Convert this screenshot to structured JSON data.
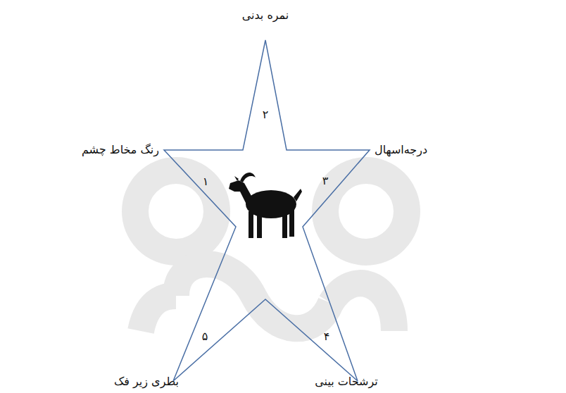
{
  "diagram": {
    "nodes": [
      {
        "text": [
          "۱",
          "۲",
          "۳",
          "۴",
          "۵"
        ]
      }
    ],
    "labels": [
      "نمره بدنی",
      "رنگ مخاط چشم",
      "درجه‌اسهال",
      "ترشحات بینی",
      "بطری زیر فک"
    ]
  }
}
